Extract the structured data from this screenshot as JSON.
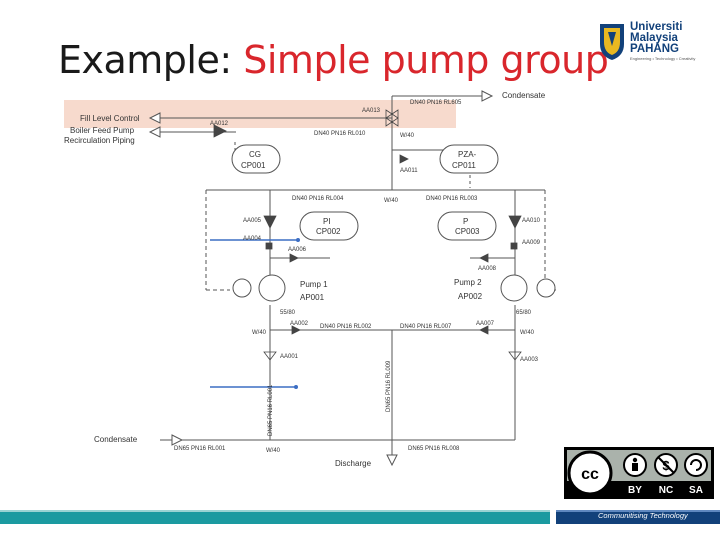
{
  "slide": {
    "title_prefix": "Example: ",
    "title_accent": "Simple pump group"
  },
  "logo": {
    "line1": "Universiti",
    "line2": "Malaysia",
    "line3": "PAHANG",
    "tagline": "Engineering • Technology • Creativity"
  },
  "diagram": {
    "labels": {
      "fill_level": "Fill Level Control",
      "boiler_feed_1": "Boiler Feed Pump",
      "boiler_feed_2": "Recirculation Piping",
      "condensate_top": "Condensate",
      "condensate_bottom": "Condensate",
      "discharge": "Discharge",
      "dn40_top": "DN40 PN16 RL605",
      "dn40_fill": "DN40 PN16 RL010",
      "aa013": "AA013",
      "aa012": "AA012",
      "w40_top": "W/40",
      "aa011": "AA011",
      "cg_1": "CG",
      "cg_2": "CP001",
      "pza_1": "PZA-",
      "pza_2": "CP011",
      "w40_mid": "W/40",
      "dn40_left": "DN40 PN16 RL004",
      "dn40_right": "DN40 PN16 RL003",
      "aa005": "AA005",
      "aa010": "AA010",
      "aa004": "AA004",
      "aa009": "AA009",
      "pi_1": "PI",
      "pi_2": "CP002",
      "p_1": "P",
      "p_2": "CP003",
      "aa006": "AA006",
      "aa008": "AA008",
      "pump1_1": "Pump 1",
      "pump1_2": "AP001",
      "pump2_1": "Pump 2",
      "pump2_2": "AP002",
      "s5_left": "55/80",
      "s5_right": "65/80",
      "w40_l": "W/40",
      "w40_r": "W/40",
      "aa002": "AA002",
      "aa007": "AA007",
      "dn40_h1": "DN40 PN16 RL002",
      "dn40_h2": "DN40 PN16 RL007",
      "aa001": "AA001",
      "aa003": "AA003",
      "dn65_v1": "DN65 PN16 RL001",
      "dn65_v2": "DN65 PN16 RL009",
      "dn65_b1": "DN65 PN16 RL001",
      "dn65_b2": "DN65 PN16 RL008",
      "w40_b": "W/40"
    }
  },
  "license": {
    "cc": "cc",
    "by": "BY",
    "nc": "NC",
    "sa": "SA"
  },
  "footer": {
    "text": "Communitising Technology"
  },
  "colors": {
    "title_accent": "#d9262c",
    "highlight_band": "#f6d3c4",
    "annotation_line": "#3c6ec4",
    "footer_bar": "#1b9aa0"
  }
}
